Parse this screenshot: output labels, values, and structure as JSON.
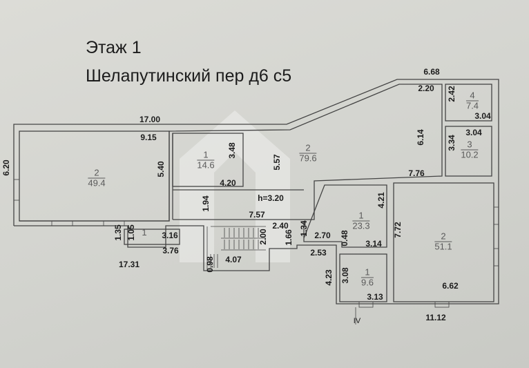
{
  "title": {
    "floor": "Этаж 1",
    "address": "Шелапутинский пер д6 с5"
  },
  "rooms": [
    {
      "number": "2",
      "area": "49.4"
    },
    {
      "number": "1",
      "area": "14.6"
    },
    {
      "number": "2",
      "area": "79.6"
    },
    {
      "number": "1",
      "area": "23.3"
    },
    {
      "number": "2",
      "area": "51.1"
    },
    {
      "number": "1",
      "area": "9.6"
    },
    {
      "number": "4",
      "area": "7.4"
    },
    {
      "number": "3",
      "area": "10.2"
    },
    {
      "number": "1",
      "area": ""
    }
  ],
  "dimensions": [
    "17.00",
    "9.15",
    "6.20",
    "5.40",
    "3.48",
    "4.20",
    "5.57",
    "1.94",
    "h=3.20",
    "7.57",
    "1.35",
    "1.05",
    "3.16",
    "3.76",
    "17.31",
    "0.98",
    "4.07",
    "2.00",
    "2.40",
    "1.66",
    "1.34",
    "2.70",
    "0.48",
    "3.14",
    "2.53",
    "4.23",
    "3.08",
    "3.13",
    "6.62",
    "11.12",
    "7.72",
    "4.21",
    "7.76",
    "6.14",
    "3.34",
    "3.04",
    "3.04",
    "2.42",
    "2.20",
    "6.68"
  ],
  "section_mark": "IV"
}
